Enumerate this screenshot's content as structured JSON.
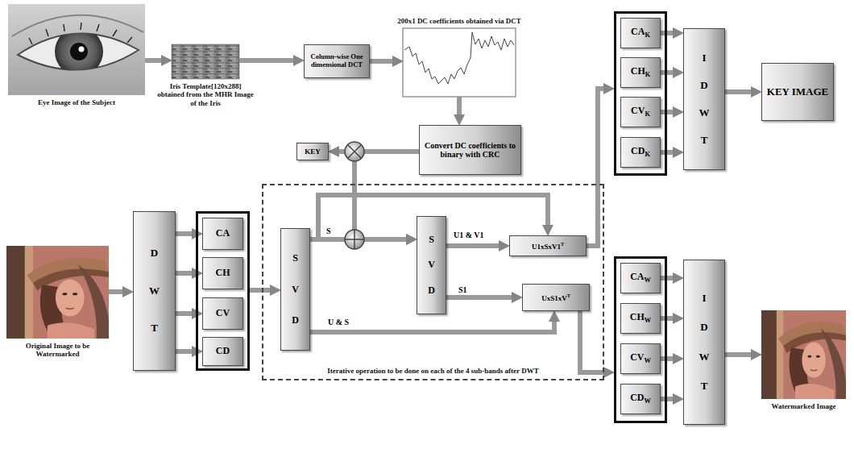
{
  "diagram": {
    "nodes": [
      {
        "text": [
          "Eye Image of the Subject"
        ]
      },
      {
        "text": [
          "Iris Template[120x288] obtained from the MHR Image of the Iris"
        ]
      },
      {
        "text": [
          "Column-wise One dimensional DCT"
        ]
      },
      {
        "text": [
          "200x1 DC coefficients obtained via DCT"
        ]
      },
      {
        "text": [
          "KEY"
        ]
      },
      {
        "text": [
          "Convert DC coefficients to binary with CRC"
        ]
      },
      {
        "text": []
      },
      {
        "text": [
          "CA",
          "K"
        ],
        "in": 6
      },
      {
        "text": [
          "CH",
          "K"
        ],
        "in": 6
      },
      {
        "text": [
          "CV",
          "K"
        ],
        "in": 6
      },
      {
        "text": [
          "CD",
          "K"
        ],
        "in": 6
      },
      {
        "text": [
          "IDWT"
        ]
      },
      {
        "text": [
          "KEY IMAGE"
        ]
      },
      {
        "text": [
          "Original Image to be Watermarked"
        ]
      },
      {
        "text": [
          "DWT"
        ]
      },
      {
        "text": []
      },
      {
        "text": [
          "CA"
        ],
        "in": 15
      },
      {
        "text": [
          "CH"
        ],
        "in": 15
      },
      {
        "text": [
          "CV"
        ],
        "in": 15
      },
      {
        "text": [
          "CD"
        ],
        "in": 15
      },
      {
        "text": [
          "Iterative operation to be done on each of the 4 sub-bands after DWT"
        ]
      },
      {
        "text": [
          "SVD"
        ],
        "in": 20
      },
      {
        "text": [
          "SVD"
        ],
        "in": 20
      },
      {
        "text": [
          "U1xSxV1",
          "T"
        ],
        "in": 20
      },
      {
        "text": [
          "UxS1xV",
          "T"
        ],
        "in": 20
      },
      {
        "text": []
      },
      {
        "text": [
          "CA",
          "W"
        ],
        "in": 25
      },
      {
        "text": [
          "CH",
          "W"
        ],
        "in": 25
      },
      {
        "text": [
          "CV",
          "W"
        ],
        "in": 25
      },
      {
        "text": [
          "CD",
          "W"
        ],
        "in": 25
      },
      {
        "text": [
          "IDWT"
        ]
      },
      {
        "text": [
          "Watermarked Image"
        ]
      }
    ],
    "edges": [
      {
        "from": 0,
        "to": 1,
        "arrow": "to"
      },
      {
        "from": 1,
        "to": 2,
        "arrow": "to"
      },
      {
        "from": 2,
        "to": 3,
        "arrow": "to"
      },
      {
        "from": 3,
        "to": 5,
        "arrow": "to"
      },
      {
        "from": 5,
        "to": 4,
        "arrow": "to"
      },
      {
        "from": 5,
        "to": 22,
        "arrow": "to"
      },
      {
        "from": 13,
        "to": 14,
        "arrow": "to"
      },
      {
        "from": 14,
        "to": 16,
        "arrow": "to"
      },
      {
        "from": 14,
        "to": 17,
        "arrow": "to"
      },
      {
        "from": 14,
        "to": 18,
        "arrow": "to"
      },
      {
        "from": 14,
        "to": 19,
        "arrow": "to"
      },
      {
        "from": 15,
        "to": 21,
        "arrow": "to"
      },
      {
        "from": 21,
        "to": 22,
        "label": "S",
        "arrow": "to"
      },
      {
        "from": 21,
        "to": 23,
        "arrow": "to"
      },
      {
        "from": 22,
        "to": 23,
        "label": "U1 & V1",
        "arrow": "to"
      },
      {
        "from": 22,
        "to": 24,
        "label": "S1",
        "arrow": "to"
      },
      {
        "from": 21,
        "to": 24,
        "label": "U & S",
        "arrow": "to"
      },
      {
        "from": 23,
        "to": 6,
        "arrow": "to"
      },
      {
        "from": 24,
        "to": 25,
        "arrow": "to"
      },
      {
        "from": 7,
        "to": 11,
        "arrow": "to"
      },
      {
        "from": 8,
        "to": 11,
        "arrow": "to"
      },
      {
        "from": 9,
        "to": 11,
        "arrow": "to"
      },
      {
        "from": 10,
        "to": 11,
        "arrow": "to"
      },
      {
        "from": 11,
        "to": 12,
        "arrow": "to"
      },
      {
        "from": 26,
        "to": 30,
        "arrow": "to"
      },
      {
        "from": 27,
        "to": 30,
        "arrow": "to"
      },
      {
        "from": 28,
        "to": 30,
        "arrow": "to"
      },
      {
        "from": 29,
        "to": 30,
        "arrow": "to"
      },
      {
        "from": 30,
        "to": 31,
        "arrow": "to"
      }
    ]
  }
}
